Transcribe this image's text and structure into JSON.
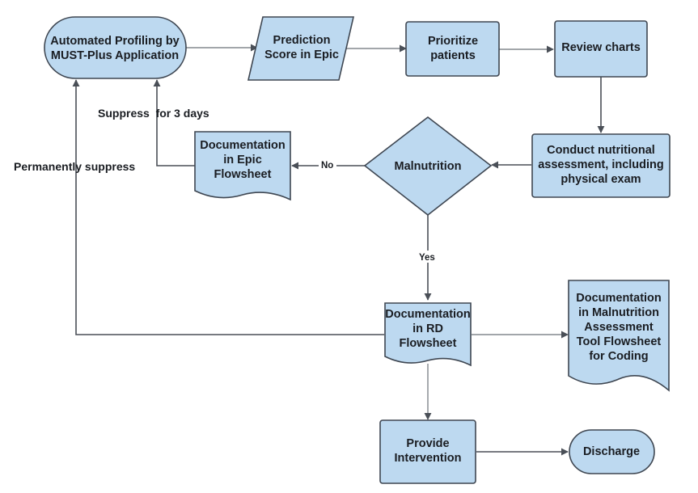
{
  "nodes": {
    "profiling": {
      "lines": [
        "Automated Profiling by",
        "MUST-Plus Application"
      ]
    },
    "prediction": {
      "lines": [
        "Prediction",
        "Score in Epic"
      ]
    },
    "prioritize": {
      "lines": [
        "Prioritize",
        "patients"
      ]
    },
    "review": {
      "lines": [
        "Review charts"
      ]
    },
    "conduct": {
      "lines": [
        "Conduct nutritional",
        "assessment, including",
        "physical exam"
      ]
    },
    "malnutrition": {
      "lines": [
        "Malnutrition"
      ]
    },
    "epic_doc": {
      "lines": [
        "Documentation",
        "in Epic",
        "Flowsheet"
      ]
    },
    "rd_doc": {
      "lines": [
        "Documentation",
        "in RD",
        "Flowsheet"
      ]
    },
    "mat_doc": {
      "lines": [
        "Documentation",
        "in Malnutrition",
        "Assessment",
        "Tool Flowsheet",
        "for Coding"
      ]
    },
    "intervention": {
      "lines": [
        "Provide",
        "Intervention"
      ]
    },
    "discharge": {
      "lines": [
        "Discharge"
      ]
    }
  },
  "edges": {
    "no": "No",
    "yes": "Yes",
    "suppress3": "Suppress  for 3 days",
    "permanent": "Permanently suppress"
  }
}
